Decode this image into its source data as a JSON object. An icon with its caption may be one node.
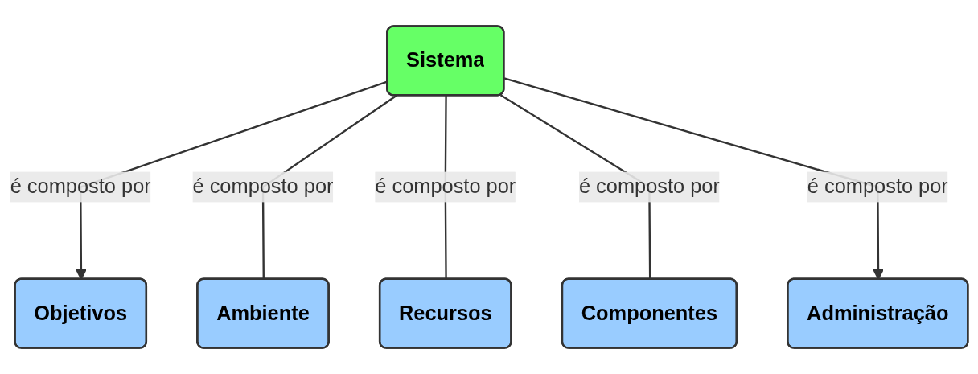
{
  "diagram": {
    "nodes": [
      {
        "text": [
          "Sistema"
        ]
      },
      {
        "text": [
          "Objetivos"
        ]
      },
      {
        "text": [
          "Administração"
        ]
      },
      {
        "text": [
          "Ambiente"
        ]
      },
      {
        "text": [
          "Componentes"
        ]
      },
      {
        "text": [
          "Recursos"
        ]
      }
    ],
    "edges": [
      {
        "from": 0,
        "to": 1,
        "arrow": "to",
        "label": "é composto por"
      },
      {
        "from": 0,
        "to": 3,
        "arrow": "none",
        "label": "é composto por"
      },
      {
        "from": 0,
        "to": 5,
        "arrow": "none",
        "label": "é composto por"
      },
      {
        "from": 0,
        "to": 4,
        "arrow": "none",
        "label": "é composto por"
      },
      {
        "from": 0,
        "to": 2,
        "arrow": "to",
        "label": "é composto por"
      }
    ]
  }
}
